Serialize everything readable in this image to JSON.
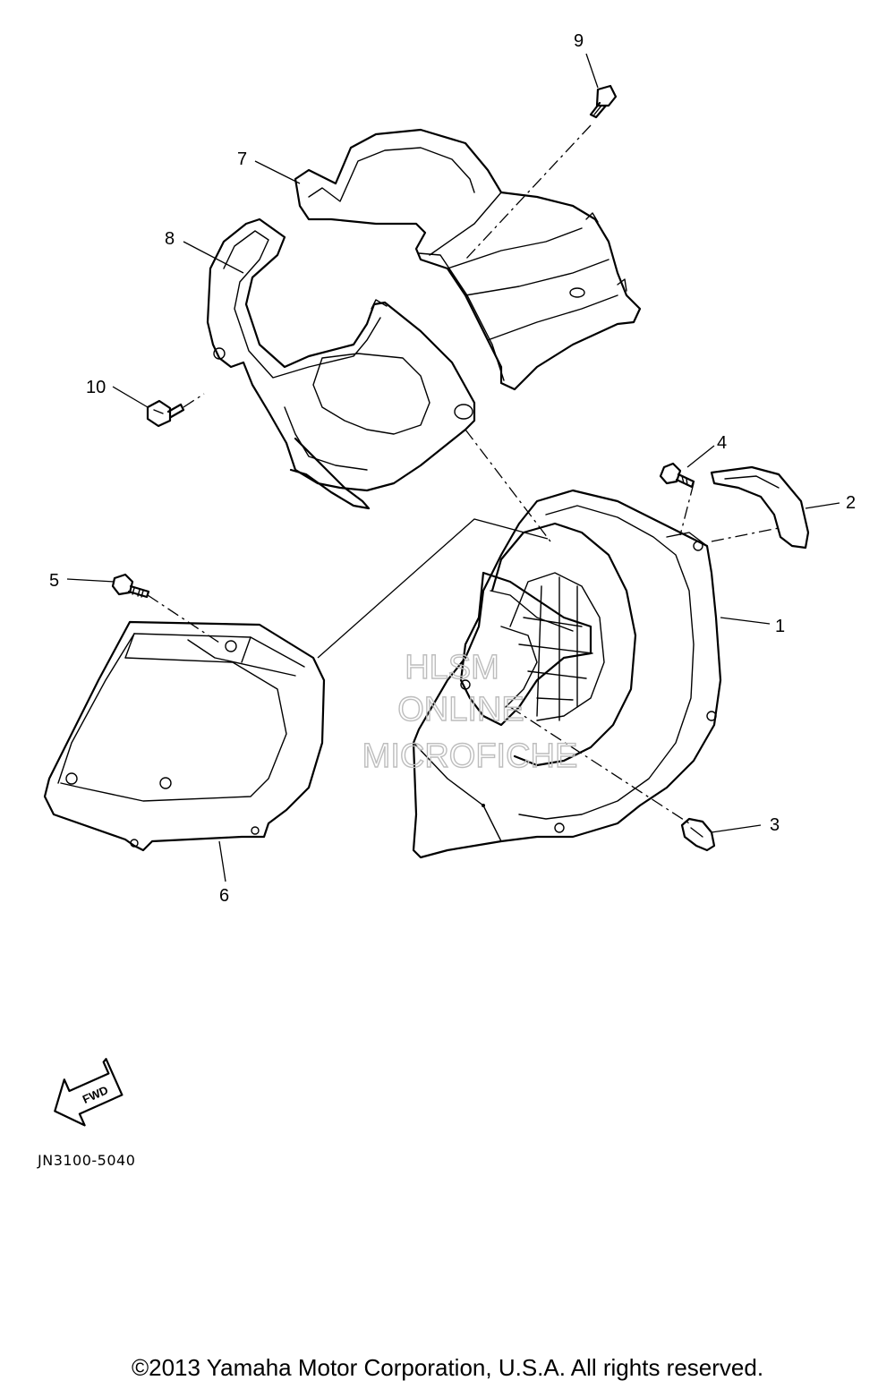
{
  "diagram_code": "JN3100-5040",
  "copyright": "©2013 Yamaha Motor Corporation, U.S.A. All rights reserved.",
  "watermark": {
    "line1": "HLSM",
    "line2": "ONLINE",
    "line3": "MICROFICHE",
    "color": "#bdbdbd"
  },
  "direction_arrow": {
    "label": "FWD",
    "icon": "fwd-arrow-icon"
  },
  "callouts": {
    "c1": "1",
    "c2": "2",
    "c3": "3",
    "c4": "4",
    "c5": "5",
    "c6": "6",
    "c7": "7",
    "c8": "8",
    "c9": "9",
    "c10": "10"
  }
}
